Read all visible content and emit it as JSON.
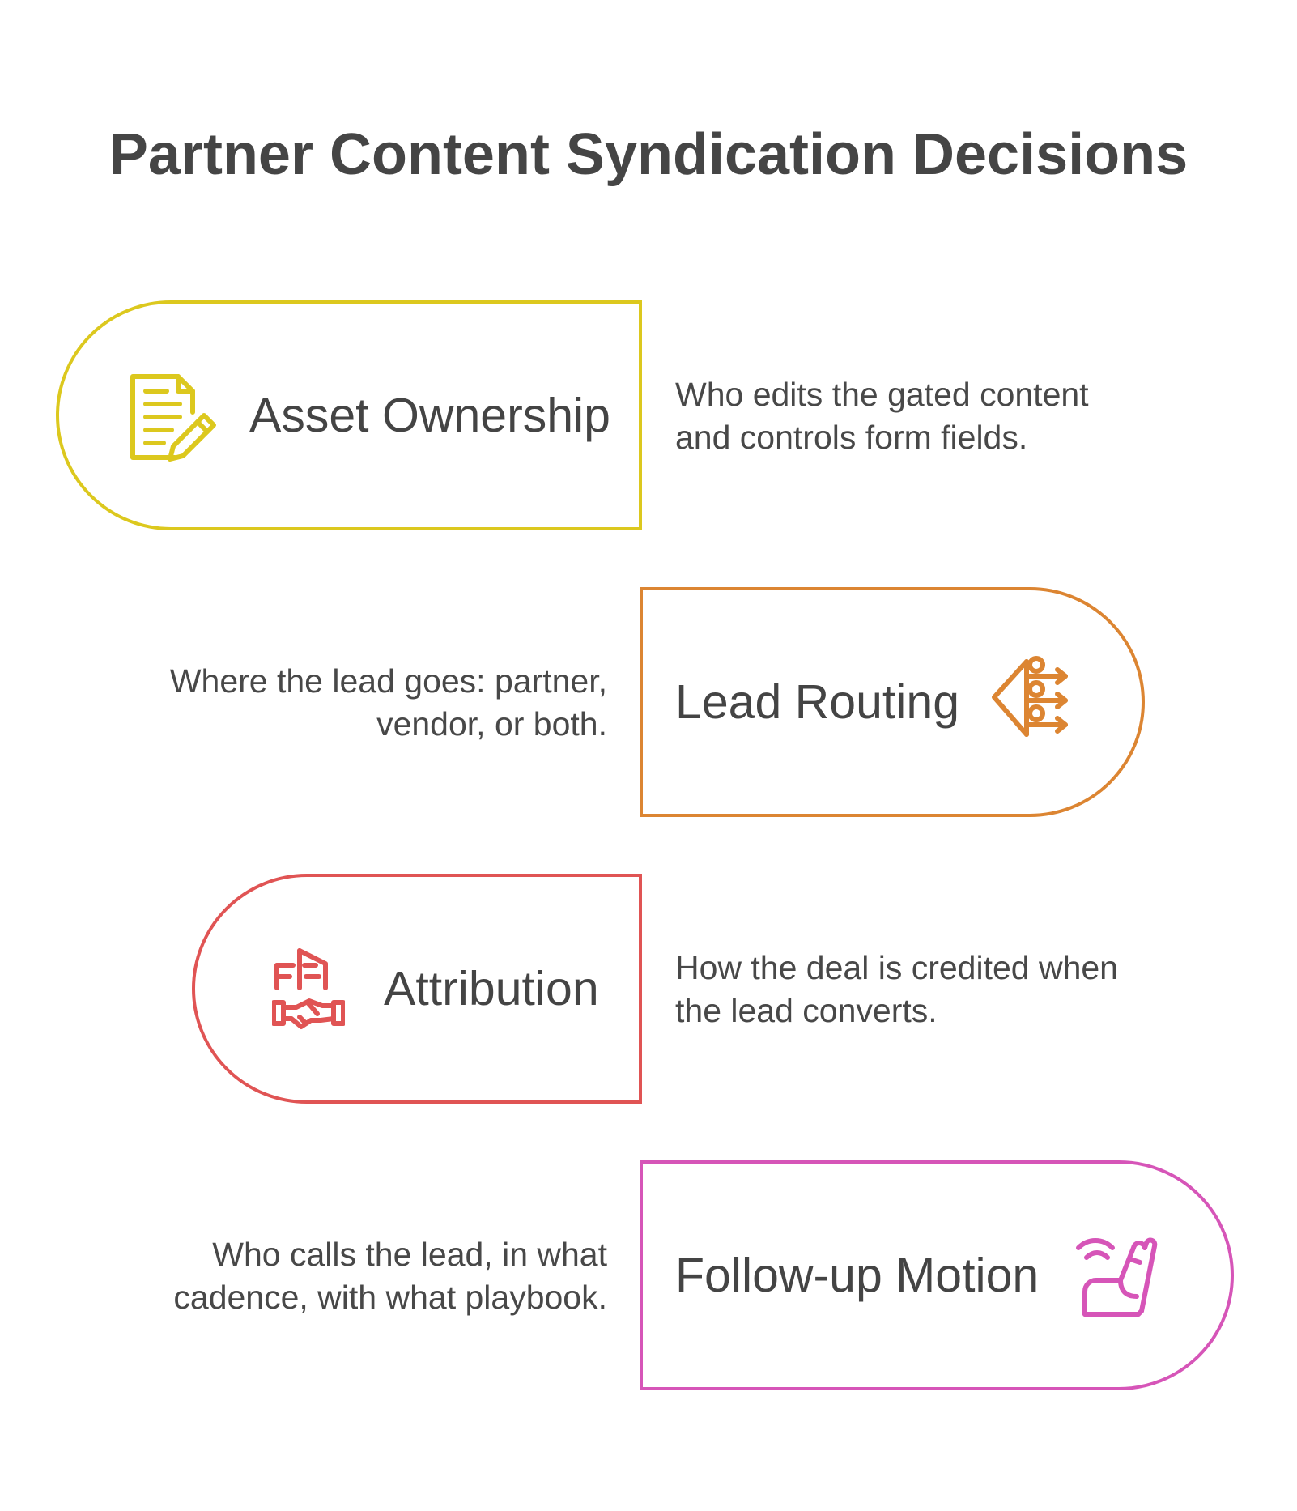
{
  "title": "Partner Content Syndication Decisions",
  "items": [
    {
      "label": "Asset Ownership",
      "description_lines": [
        "Who edits the gated content",
        "and controls form fields."
      ],
      "color": "#DCC81E",
      "icon": "document-edit-icon"
    },
    {
      "label": "Lead Routing",
      "description_lines": [
        "Where the lead goes: partner,",
        "vendor, or both."
      ],
      "color": "#DC8532",
      "icon": "routing-icon"
    },
    {
      "label": "Attribution",
      "description_lines": [
        "How the deal is credited when",
        "the lead converts."
      ],
      "color": "#E05454",
      "icon": "handshake-icon"
    },
    {
      "label": "Follow-up Motion",
      "description_lines": [
        "Who calls the lead, in what",
        "cadence, with what playbook."
      ],
      "color": "#D655B8",
      "icon": "waving-hand-icon"
    }
  ]
}
